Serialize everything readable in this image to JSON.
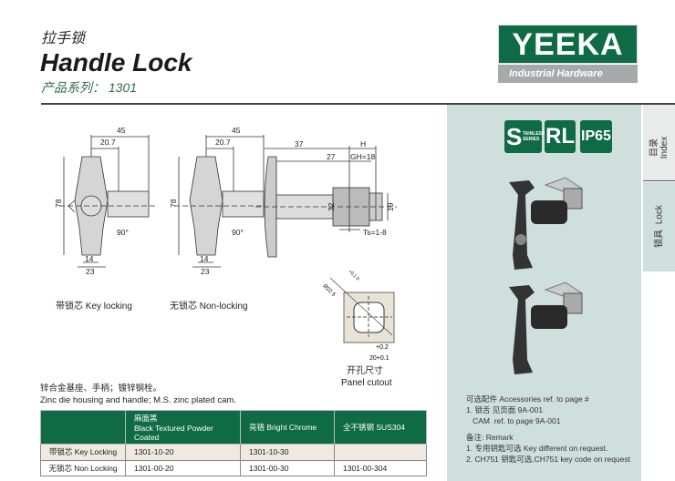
{
  "header": {
    "title_cn": "拉手锁",
    "title_en": "Handle Lock",
    "series": "产品系列： 1301"
  },
  "logo": {
    "brand": "YEEKA",
    "tagline": "Industrial Hardware"
  },
  "badges": [
    "S",
    "TAINLESS SERIES",
    "RL",
    "IP65"
  ],
  "side_tabs": [
    {
      "cn": "目录",
      "en": "Index"
    },
    {
      "cn": "锁具",
      "en": "Lock"
    }
  ],
  "drawings": {
    "key_locking": {
      "label": "带锁芯 Key locking",
      "dims": [
        "45",
        "20.7",
        "78",
        "14",
        "23",
        "90°"
      ]
    },
    "non_locking": {
      "label": "无锁芯 Non-locking",
      "dims": [
        "45",
        "20.7",
        "78",
        "14",
        "23",
        "90°"
      ]
    },
    "side": {
      "dims": [
        "37",
        "27",
        "H",
        "GH=18",
        "32",
        "19",
        "Ts=1-8"
      ]
    },
    "cutout": {
      "cn": "开孔尺寸",
      "en": "Panel cutout",
      "dims": [
        "Ø22.5",
        "+0.1 0",
        "+0.2",
        "20+0.1"
      ]
    }
  },
  "material": {
    "cn": "锌合金基座、手柄；镀锌钢栓。",
    "en": "Zinc die housing and handle; M.S. zinc plated cam."
  },
  "table": {
    "headers": [
      "",
      "麻面黑",
      "Black Textured Powder Coated",
      "亮铬  Bright Chrome",
      "全不锈钢  SUS304"
    ],
    "rows": [
      [
        "带锁芯  Key Locking",
        "1301-10-20",
        "1301-10-30",
        ""
      ],
      [
        "无锁芯  Non Locking",
        "1301-00-20",
        "1301-00-30",
        "1301-00-304"
      ]
    ]
  },
  "accessories": {
    "title": "可选配件 Accessories ref. to page #",
    "lines": [
      "1. 锁舌 见页面 9A-001",
      "   CAM  ref. to page 9A-001"
    ]
  },
  "remark": {
    "title": "备注: Remark",
    "lines": [
      "1. 专用钥匙可选 Key different on request.",
      "2. CH751 钥匙可选,CH751 key code on request"
    ]
  },
  "colors": {
    "brand_green": "#0f6b45",
    "panel": "#cfe0dc",
    "logo_gray": "#a7a9ab"
  }
}
